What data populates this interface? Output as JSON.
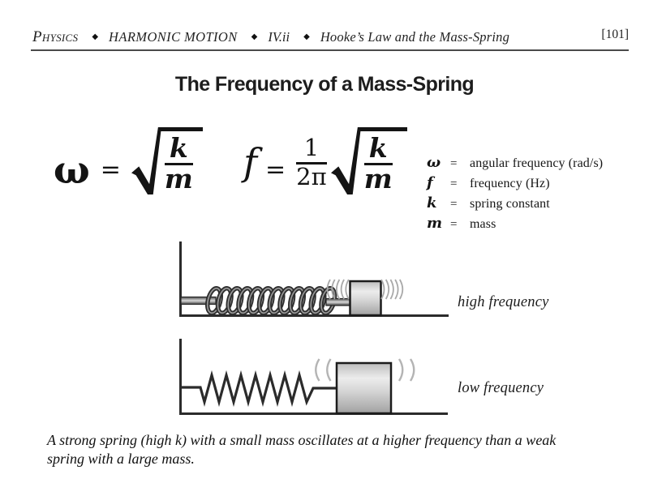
{
  "header": {
    "subject": "Physics",
    "separator": "◆",
    "section": "HARMONIC MOTION",
    "subsection": "IV.ii",
    "chapter": "Hooke’s Law and the Mass-Spring",
    "page_number": "[101]"
  },
  "title": "The Frequency of a Mass-Spring",
  "formulas": {
    "angular": {
      "symbol": "ω",
      "equals": "=",
      "radicand_num": "k",
      "radicand_den": "m"
    },
    "frequency": {
      "symbol": "f",
      "equals": "=",
      "coef_num": "1",
      "coef_den": "2π",
      "radicand_num": "k",
      "radicand_den": "m"
    }
  },
  "legend": {
    "rows": [
      {
        "symbol": "ω",
        "equals": "=",
        "definition": "angular frequency (rad/s)"
      },
      {
        "symbol": "f",
        "equals": "=",
        "definition": "frequency (Hz)"
      },
      {
        "symbol": "k",
        "equals": "=",
        "definition": "spring constant"
      },
      {
        "symbol": "m",
        "equals": "=",
        "definition": "mass"
      }
    ]
  },
  "diagrams": {
    "high": {
      "label": "high frequency"
    },
    "low": {
      "label": "low frequency"
    }
  },
  "caption": {
    "line1": "A strong spring (high k) with a small mass oscillates at a higher frequency than a weak",
    "line2": "spring with a large mass."
  },
  "colors": {
    "ink": "#141414",
    "diagram_line": "#2b2b2b",
    "spring_dark": "#2e2e2e",
    "spring_highlight": "#989898",
    "vibration_arc": "#a8a8a8",
    "header_rule": "#4a4a4a"
  }
}
